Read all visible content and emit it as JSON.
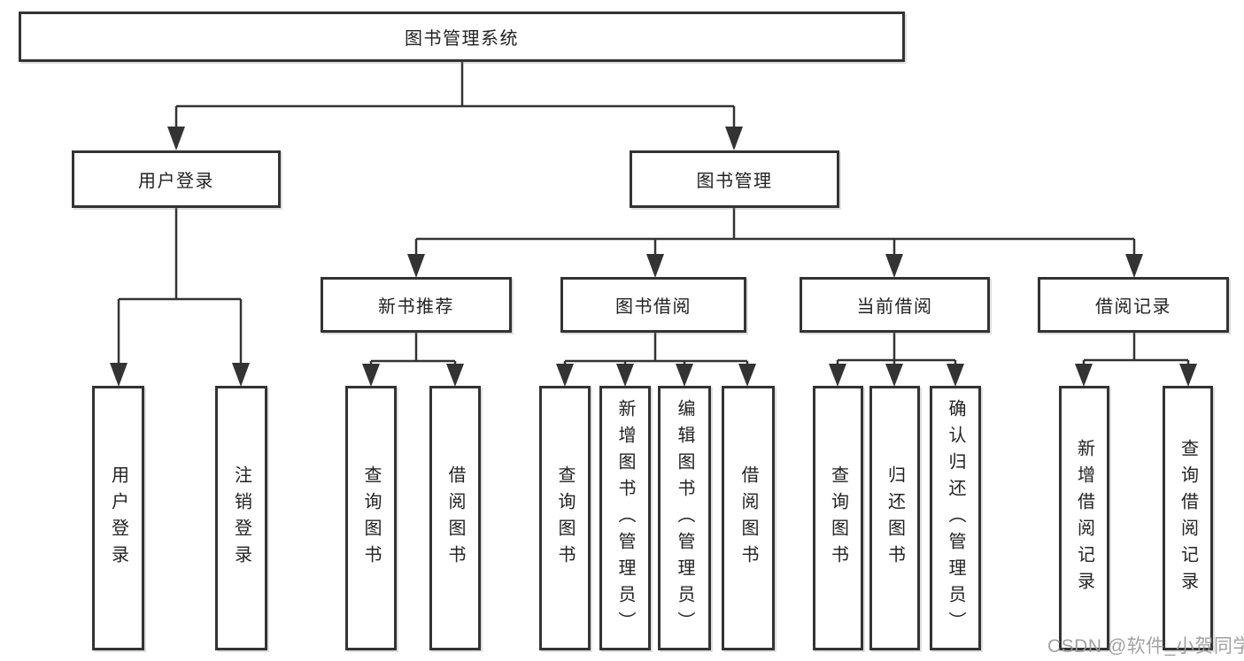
{
  "colors": {
    "line": "#333333",
    "box_border": "#333333",
    "text": "#222222",
    "watermark": "#989898",
    "background": "#ffffff"
  },
  "watermark": {
    "text": "CSDN @软件_小贺同学"
  },
  "tree": {
    "root": {
      "label": "图书管理系统"
    },
    "user_login": {
      "label": "用户登录",
      "children": [
        {
          "label": "用户登录"
        },
        {
          "label": "注销登录"
        }
      ]
    },
    "book_mgmt": {
      "label": "图书管理"
    },
    "new_book_rec": {
      "label": "新书推荐",
      "children": [
        {
          "label": "查询图书"
        },
        {
          "label": "借阅图书"
        }
      ]
    },
    "book_borrow": {
      "label": "图书借阅",
      "children": [
        {
          "label": "查询图书"
        },
        {
          "label": "新增图书（管理员）"
        },
        {
          "label": "编辑图书（管理员）"
        },
        {
          "label": "借阅图书"
        }
      ]
    },
    "current_borrow": {
      "label": "当前借阅",
      "children": [
        {
          "label": "查询图书"
        },
        {
          "label": "归还图书"
        },
        {
          "label": "确认归还（管理员）"
        }
      ]
    },
    "borrow_record": {
      "label": "借阅记录",
      "children": [
        {
          "label": "新增借阅记录"
        },
        {
          "label": "查询借阅记录"
        }
      ]
    }
  }
}
